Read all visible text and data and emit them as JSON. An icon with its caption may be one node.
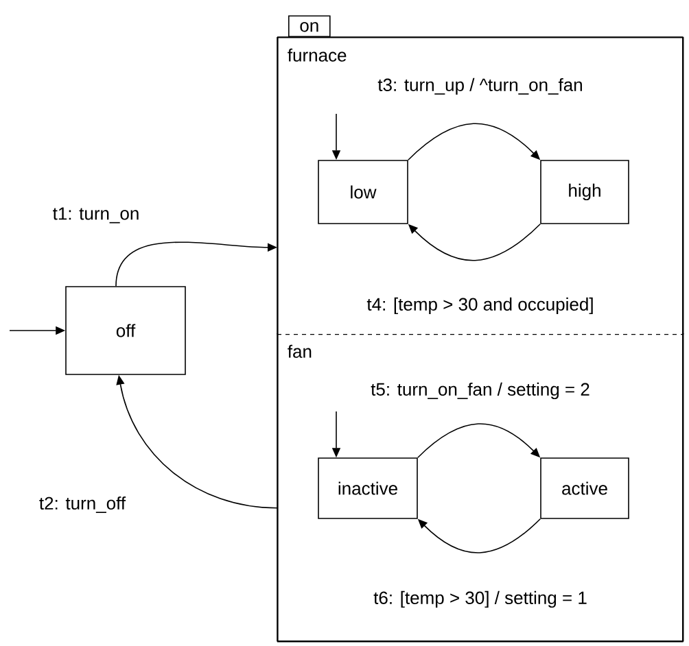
{
  "diagram": {
    "nodes": [
      {
        "text": [
          "on"
        ]
      },
      {
        "text": [
          "furnace"
        ],
        "in": 0
      },
      {
        "text": [
          "low"
        ],
        "in": 1
      },
      {
        "text": [
          "high"
        ],
        "in": 1
      },
      {
        "text": [
          "fan"
        ],
        "in": 0
      },
      {
        "text": [
          "inactive"
        ],
        "in": 4
      },
      {
        "text": [
          "active"
        ],
        "in": 4
      },
      {
        "text": [
          "off"
        ]
      }
    ],
    "edges": [
      {
        "from": null,
        "to": 7,
        "arrow": "to"
      },
      {
        "from": 7,
        "to": 0,
        "arrow": "to",
        "label": "t1: turn_on"
      },
      {
        "from": 0,
        "to": 7,
        "arrow": "to",
        "label": "t2: turn_off"
      },
      {
        "from": null,
        "to": 2,
        "arrow": "to"
      },
      {
        "from": 2,
        "to": 3,
        "arrow": "to",
        "label": "t3: turn_up / ^turn_on_fan"
      },
      {
        "from": 3,
        "to": 2,
        "arrow": "to",
        "label": "t4: [temp > 30 and occupied]"
      },
      {
        "from": null,
        "to": 5,
        "arrow": "to"
      },
      {
        "from": 5,
        "to": 6,
        "arrow": "to",
        "label": "t5: turn_on_fan / setting = 2"
      },
      {
        "from": 6,
        "to": 5,
        "arrow": "to",
        "label": "t6: [temp > 30] / setting = 1"
      }
    ]
  }
}
